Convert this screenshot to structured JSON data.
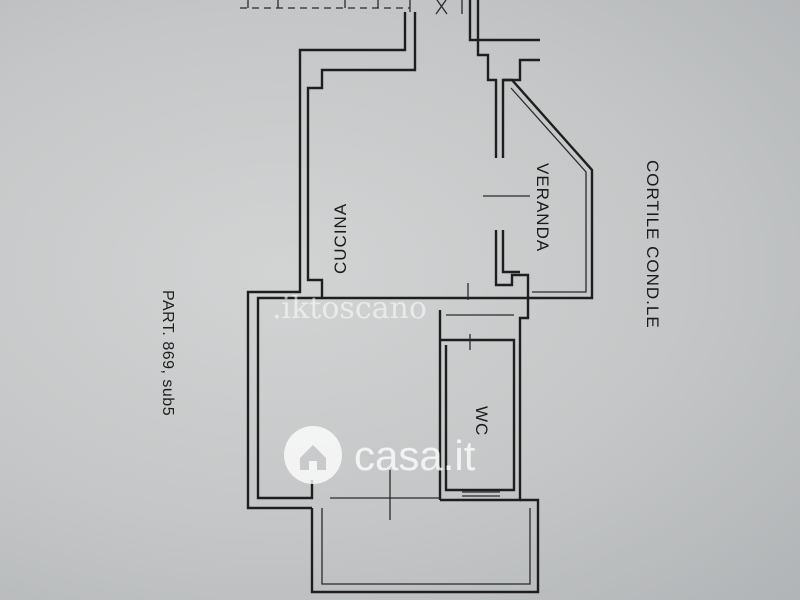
{
  "rooms": {
    "cucina": "CUCINA",
    "veranda": "VERANDA",
    "wc": "WC"
  },
  "courtyard_label": "CORTILE COND.LE",
  "parcel_label": "PART. 869, sub5",
  "watermarks": {
    "small": ".iktoscano",
    "brand": "casa.it",
    "logo_icon": "house-pin-icon"
  }
}
